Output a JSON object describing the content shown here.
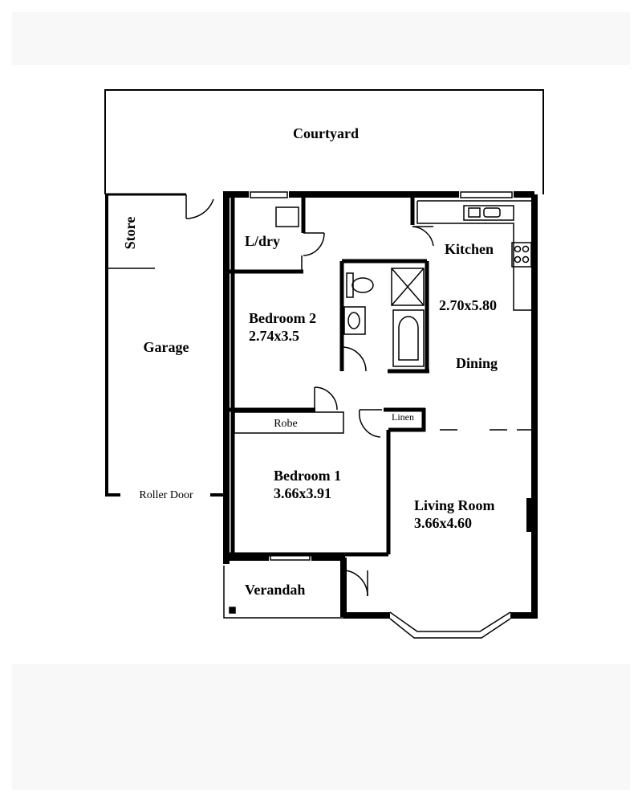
{
  "rooms": {
    "courtyard": "Courtyard",
    "store": "Store",
    "garage": "Garage",
    "roller_door": "Roller Door",
    "laundry": "L/dry",
    "kitchen": "Kitchen",
    "kitchen_dining_size": "2.70x5.80",
    "dining": "Dining",
    "bedroom2": "Bedroom 2",
    "bedroom2_size": "2.74x3.5",
    "robe": "Robe",
    "linen": "Linen",
    "bedroom1": "Bedroom 1",
    "bedroom1_size": "3.66x3.91",
    "living": "Living Room",
    "living_size": "3.66x4.60",
    "verandah": "Verandah"
  },
  "colors": {
    "wall": "#000000",
    "background": "#ffffff",
    "band": "#f8f8f8"
  }
}
